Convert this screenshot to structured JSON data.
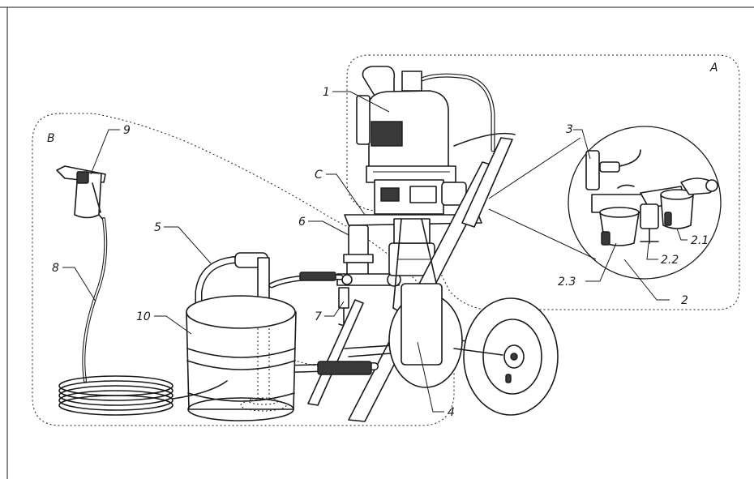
{
  "labels": {
    "A": "A",
    "B": "B",
    "C": "C",
    "n1": "1",
    "n2": "2",
    "n2_1": "2.1",
    "n2_2": "2.2",
    "n2_3": "2.3",
    "n3": "3",
    "n4": "4",
    "n5": "5",
    "n6": "6",
    "n7": "7",
    "n8": "8",
    "n9": "9",
    "n10": "10"
  }
}
